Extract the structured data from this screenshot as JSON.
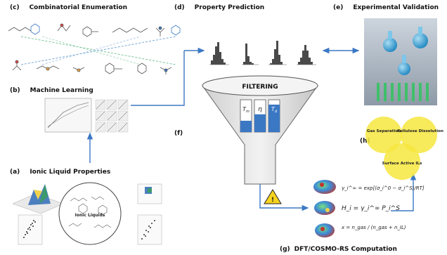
{
  "panels": {
    "c": {
      "tag": "(c)",
      "title": "Combinatorial Enumeration"
    },
    "d": {
      "tag": "(d)",
      "title": "Property Prediction"
    },
    "e": {
      "tag": "(e)",
      "title": "Experimental Validation"
    },
    "b": {
      "tag": "(b)",
      "title": "Machine Learning"
    },
    "a": {
      "tag": "(a)",
      "title": "Ionic Liquid Properties"
    },
    "f": {
      "tag": "(f)"
    },
    "h": {
      "tag": "(h)"
    },
    "g": {
      "tag": "(g)",
      "title": "DFT/COSMO-RS Computation"
    }
  },
  "funnel": {
    "label": "FILTERING",
    "bars": [
      {
        "symbol": "T_m",
        "fill": 0.35
      },
      {
        "symbol": "η",
        "fill": 0.55
      },
      {
        "symbol": "T_d",
        "fill": 0.85
      }
    ]
  },
  "applications": [
    "Gas Separation",
    "Cellulose Dissolution",
    "Surface Active ILs"
  ],
  "ionic_liquids_label": "Ionic Liquids",
  "equations": [
    "γ_i^∞ = exp[(σ_i^0 − σ_i^S)/RT]",
    "H_i = γ_i^∞ P_i^S",
    "x = n_gas / (n_gas + n_IL)"
  ],
  "colors": {
    "arrow": "#3b78c4",
    "bar": "#3b78c4",
    "venn": "#f6e63e",
    "flask": "#43a8d6",
    "tube": "#3fbf6a"
  }
}
